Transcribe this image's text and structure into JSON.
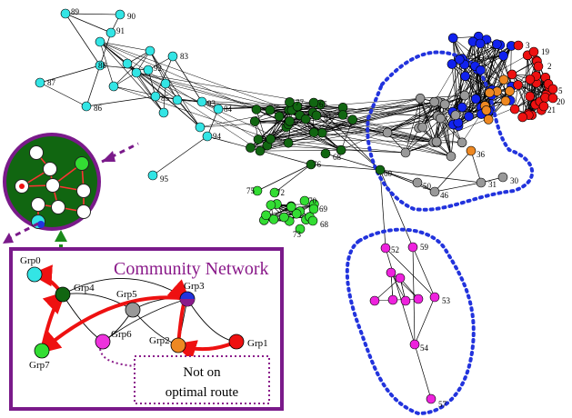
{
  "network": {
    "node_labels": [
      {
        "id": "89",
        "label": "89"
      },
      {
        "id": "90",
        "label": "90"
      },
      {
        "id": "91",
        "label": "91"
      },
      {
        "id": "83",
        "label": "83"
      },
      {
        "id": "92",
        "label": "92"
      },
      {
        "id": "88",
        "label": "88"
      },
      {
        "id": "87",
        "label": "87"
      },
      {
        "id": "85",
        "label": "85"
      },
      {
        "id": "86",
        "label": "86"
      },
      {
        "id": "84",
        "label": "84"
      },
      {
        "id": "93",
        "label": "93"
      },
      {
        "id": "94",
        "label": "94"
      },
      {
        "id": "95",
        "label": "95"
      },
      {
        "id": "65",
        "label": "65"
      },
      {
        "id": "77",
        "label": "77"
      },
      {
        "id": "61",
        "label": "61"
      },
      {
        "id": "76",
        "label": "76"
      },
      {
        "id": "68",
        "label": "68"
      },
      {
        "id": "60",
        "label": "60"
      },
      {
        "id": "75",
        "label": "75"
      },
      {
        "id": "72",
        "label": "72"
      },
      {
        "id": "70",
        "label": "70"
      },
      {
        "id": "69",
        "label": "69"
      },
      {
        "id": "68b",
        "label": "68"
      },
      {
        "id": "73",
        "label": "73"
      },
      {
        "id": "12",
        "label": "12"
      },
      {
        "id": "3",
        "label": "3"
      },
      {
        "id": "19",
        "label": "19"
      },
      {
        "id": "2",
        "label": "2"
      },
      {
        "id": "5",
        "label": "5"
      },
      {
        "id": "20",
        "label": "20"
      },
      {
        "id": "21",
        "label": "21"
      },
      {
        "id": "36",
        "label": "36"
      },
      {
        "id": "50",
        "label": "50"
      },
      {
        "id": "46",
        "label": "46"
      },
      {
        "id": "31",
        "label": "31"
      },
      {
        "id": "30",
        "label": "30"
      },
      {
        "id": "52",
        "label": "52"
      },
      {
        "id": "59",
        "label": "59"
      },
      {
        "id": "53",
        "label": "53"
      },
      {
        "id": "54",
        "label": "54"
      },
      {
        "id": "57",
        "label": "57"
      }
    ]
  },
  "community": {
    "title": "Community Network",
    "groups": [
      {
        "id": "grp0",
        "label": "Grp0",
        "color": "#33e5e5"
      },
      {
        "id": "grp4",
        "label": "Grp4",
        "color": "#116611"
      },
      {
        "id": "grp5",
        "label": "Grp5",
        "color": "#999999"
      },
      {
        "id": "grp3",
        "label": "Grp3",
        "color": "#2233dd"
      },
      {
        "id": "grp6",
        "label": "Grp6",
        "color": "#ee33dd"
      },
      {
        "id": "grp2",
        "label": "Grp2",
        "color": "#ee8822"
      },
      {
        "id": "grp1",
        "label": "Grp1",
        "color": "#ee1111"
      },
      {
        "id": "grp7",
        "label": "Grp7",
        "color": "#33dd33"
      }
    ],
    "note_line1": "Not on",
    "note_line2": "optimal route"
  },
  "colors": {
    "cyan": "#33e5e5",
    "dark_green": "#116611",
    "light_green": "#33dd33",
    "blue": "#1122ee",
    "red": "#ee1111",
    "orange": "#ee8822",
    "gray": "#999999",
    "magenta": "#ee22dd",
    "purple": "#7a1a8a",
    "route": "#ff1111",
    "dotted_blue": "#2233dd"
  }
}
